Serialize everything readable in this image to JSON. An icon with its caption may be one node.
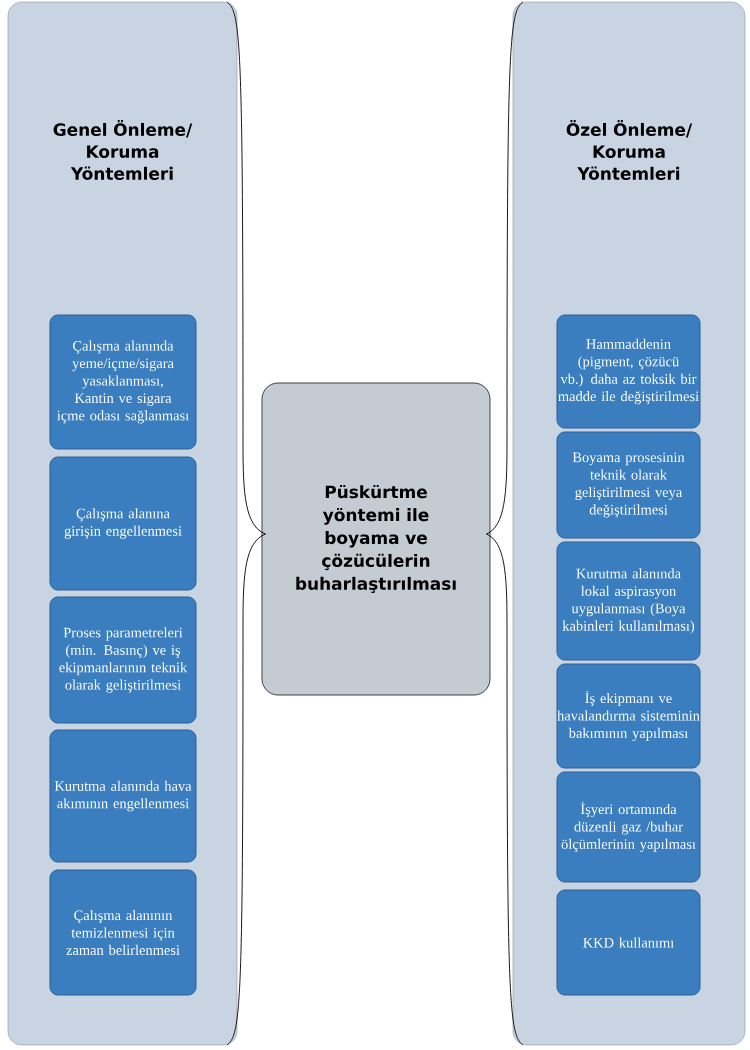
{
  "diagram": {
    "nodes": [
      {
        "text": [
          "Genel Önleme/ Koruma Yöntemleri"
        ]
      },
      {
        "text": [
          "Çalışma alanında yeme/içme/sigara yasaklanması, Kantin ve sigara içme odası sağlanması"
        ],
        "in": 0
      },
      {
        "text": [
          "Çalışma alanına girişin engellenmesi"
        ],
        "in": 0
      },
      {
        "text": [
          "Proses parametreleri (min. Basınç) ve iş ekipmanlarının teknik olarak geliştirilmesi"
        ],
        "in": 0
      },
      {
        "text": [
          "Kurutma alanında hava akımının engellenmesi"
        ],
        "in": 0
      },
      {
        "text": [
          "Çalışma alanının temizlenmesi için zaman belirlenmesi"
        ],
        "in": 0
      },
      {
        "text": [
          "Püskürtme yöntemi ile boyama ve çözücülerin buharlaştırılması"
        ]
      },
      {
        "text": [
          "Özel Önleme/ Koruma Yöntemleri"
        ]
      },
      {
        "text": [
          "Hammaddenin (pigment, çözücü vb.) daha az toksik bir madde ile değiştirilmesi"
        ],
        "in": 7
      },
      {
        "text": [
          "Boyama prosesinin teknik olarak geliştirilmesi veya değiştirilmesi"
        ],
        "in": 7
      },
      {
        "text": [
          "Kurutma alanında lokal aspirasyon uygulanması (Boya kabinleri kullanılması)"
        ],
        "in": 7
      },
      {
        "text": [
          "İş ekipmanı ve havalandırma sisteminin bakımının yapılması"
        ],
        "in": 7
      },
      {
        "text": [
          "İşyeri ortamında düzenli gaz /buhar ölçümlerinin yapılması"
        ],
        "in": 7
      },
      {
        "text": [
          "KKD kullanımı"
        ],
        "in": 7
      }
    ],
    "edges": [
      {
        "from": 6,
        "to": 0,
        "arrow": "none"
      },
      {
        "from": 6,
        "to": 7,
        "arrow": "none"
      }
    ]
  }
}
